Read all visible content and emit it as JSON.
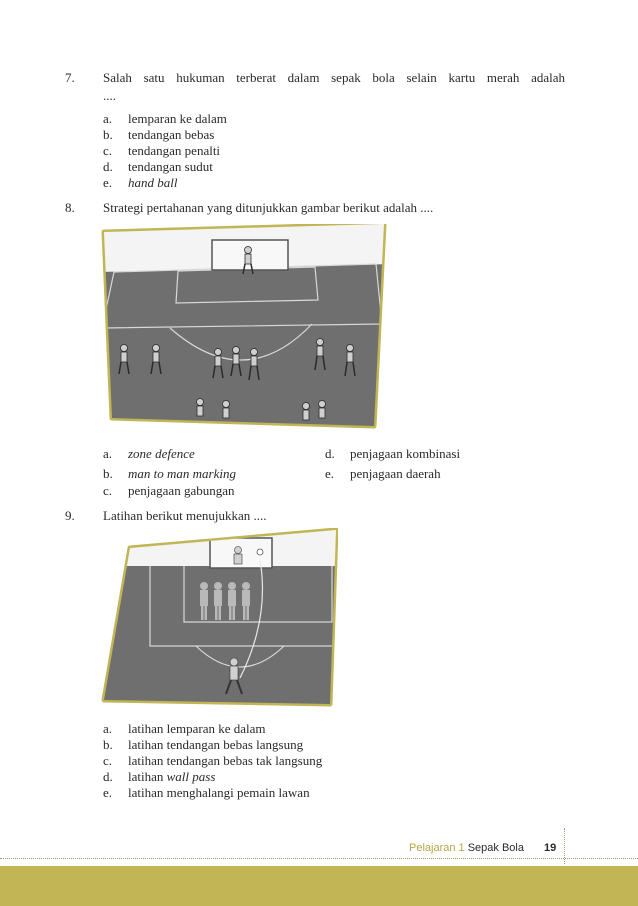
{
  "q7": {
    "number": "7.",
    "text_line1": "Salah satu hukuman terberat dalam sepak bola selain kartu merah adalah",
    "text_line2": "....",
    "options": [
      {
        "letter": "a.",
        "text": "lemparan ke dalam"
      },
      {
        "letter": "b.",
        "text": "tendangan bebas"
      },
      {
        "letter": "c.",
        "text": "tendangan penalti"
      },
      {
        "letter": "d.",
        "text": "tendangan sudut"
      },
      {
        "letter": "e.",
        "text": "hand ball"
      }
    ]
  },
  "q8": {
    "number": "8.",
    "text": "Strategi pertahanan yang ditunjukkan gambar berikut adalah ....",
    "options": [
      {
        "letter": "a.",
        "text": "zone defence"
      },
      {
        "letter": "b.",
        "text": "man to man marking"
      },
      {
        "letter": "c.",
        "text": "penjagaan gabungan"
      },
      {
        "letter": "d.",
        "text": "penjagaan kombinasi"
      },
      {
        "letter": "e.",
        "text": "penjagaan daerah"
      }
    ]
  },
  "q9": {
    "number": "9.",
    "text": "Latihan berikut menujukkan ....",
    "options": [
      {
        "letter": "a.",
        "text": "latihan lemparan ke dalam"
      },
      {
        "letter": "b.",
        "text": "latihan tendangan bebas langsung"
      },
      {
        "letter": "c.",
        "text": "latihan tendangan bebas tak langsung"
      },
      {
        "letter": "d.",
        "text_plain": "latihan ",
        "text_italic": "wall pass"
      },
      {
        "letter": "e.",
        "text": "latihan menghalangi pemain lawan"
      }
    ]
  },
  "footer": {
    "lesson": "Pelajaran 1",
    "topic": "Sepak Bola",
    "page": "19"
  },
  "colors": {
    "frame_accent": "#c2b555",
    "field_gray": "#6f6f6f",
    "lesson_text": "#b5a746"
  }
}
